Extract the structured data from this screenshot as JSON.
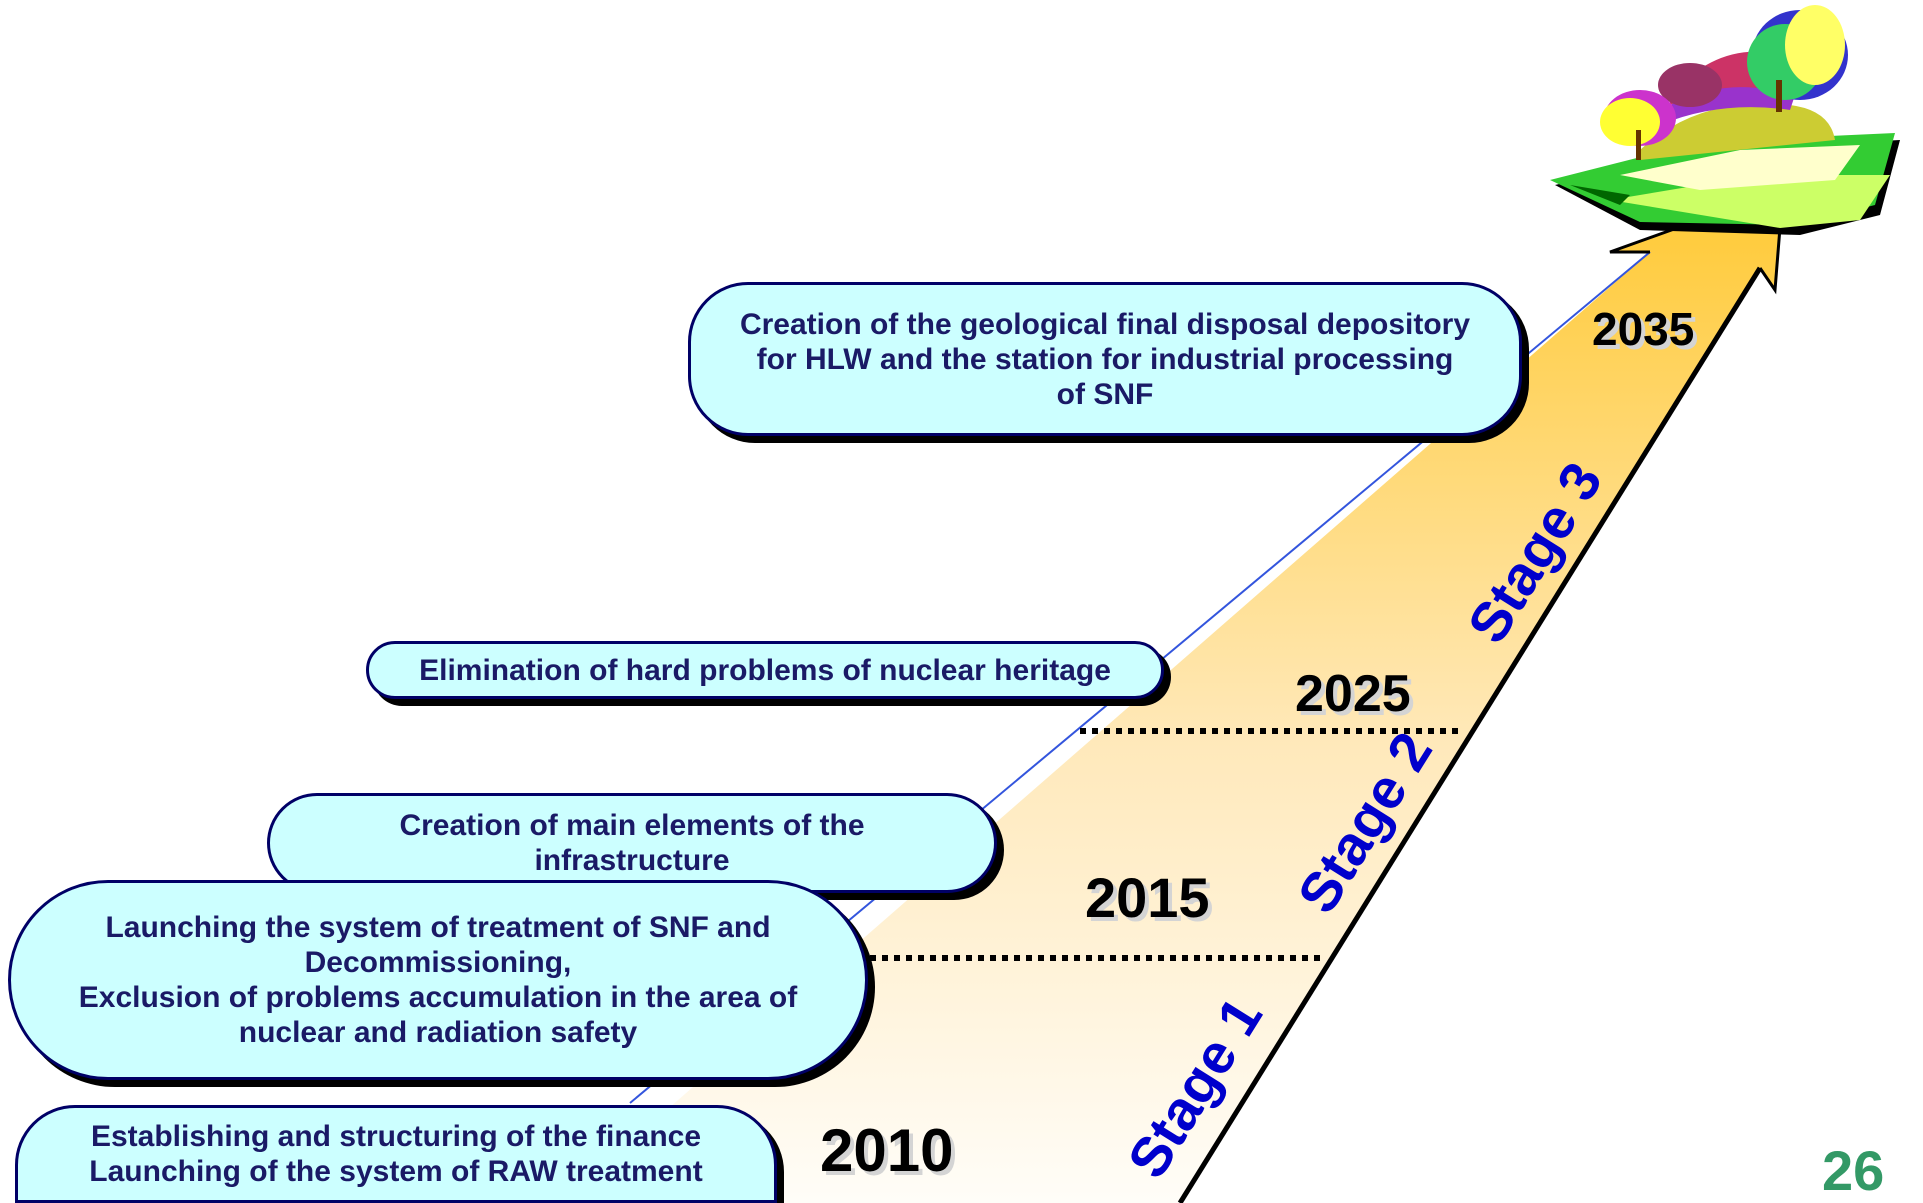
{
  "milestones": {
    "m2010": [
      "Establishing and structuring of the finance",
      "Launching of the system of RAW treatment"
    ],
    "m2015": [
      "Launching the system of treatment of SNF and",
      "Decommissioning,",
      "Exclusion of problems accumulation in the area of",
      "nuclear and radiation safety"
    ],
    "m2015b": [
      "Creation of main elements of the",
      "infrastructure"
    ],
    "m2025": [
      "Elimination of hard problems of nuclear heritage"
    ],
    "m2035": [
      "Creation of the geological final disposal depository",
      "for HLW  and the station for industrial processing",
      "of SNF"
    ]
  },
  "years": {
    "y2010": "2010",
    "y2015": "2015",
    "y2025": "2025",
    "y2035": "2035"
  },
  "stages": {
    "s1": "Stage 1",
    "s2": "Stage 2",
    "s3": "Stage 3"
  },
  "page_number": "26",
  "colors": {
    "bubble_fill": "#ccffff",
    "bubble_text": "#1a1a66",
    "stage_text": "#0000cc",
    "arrow_top": "#ffcc33",
    "page_number": "#339966"
  }
}
